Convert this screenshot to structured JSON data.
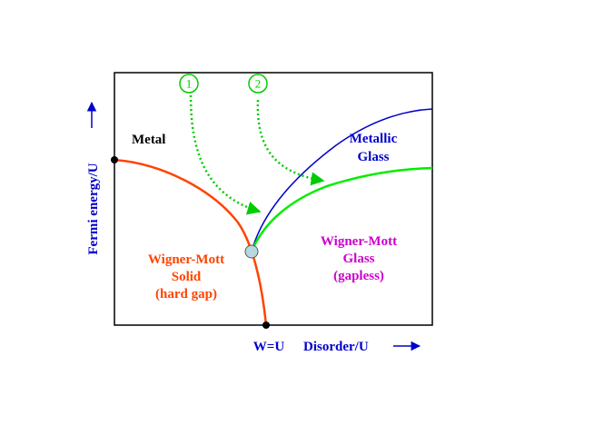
{
  "axes": {
    "x_label": "Disorder/U",
    "y_label": "Fermi energy/U",
    "x_tick": "W=U"
  },
  "regions": {
    "metal": "Metal",
    "metallic_glass": [
      "Metallic",
      "Glass"
    ],
    "wigner_mott_glass": [
      "Wigner-Mott",
      "Glass",
      "(gapless)"
    ],
    "wigner_mott_solid": [
      "Wigner-Mott",
      "Solid",
      "(hard gap)"
    ]
  },
  "paths": {
    "path_1_number": "1",
    "path_2_number": "2"
  },
  "colors": {
    "axis_text": "#0000cc",
    "metal_text": "#000000",
    "metallic_glass": "#0000cc",
    "wigner_mott_glass": "#cc00cc",
    "wigner_mott_solid": "#ff4400",
    "green_boundary": "#00ee00",
    "path_arrows": "#00cc00",
    "critical_point": "#b8d8e0"
  }
}
